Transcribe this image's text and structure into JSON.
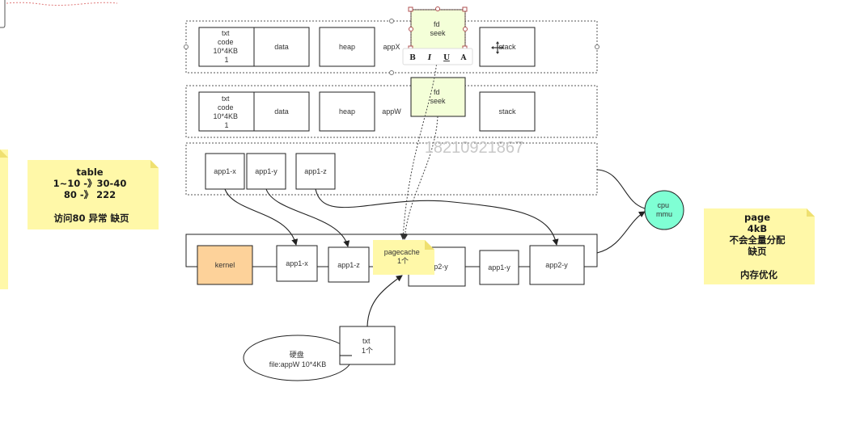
{
  "colors": {
    "kernel_fill": "#fdd29a",
    "fd_fill": "#f4ffd8",
    "note_fill": "#fff8a8",
    "cpu_fill": "#7fffd4",
    "watermark": "#c8c8c8",
    "line": "#222222"
  },
  "app_x": {
    "label": "appX",
    "txt_lines": [
      "txt",
      "code",
      "10*4KB",
      "1"
    ],
    "data": "data",
    "heap": "heap",
    "fd_lines": [
      "fd",
      "seek"
    ],
    "stack": "stack"
  },
  "app_w": {
    "label": "appW",
    "txt_lines": [
      "txt",
      "code",
      "10*4KB",
      "1"
    ],
    "data": "data",
    "heap": "heap",
    "fd_lines": [
      "fd",
      "seek"
    ],
    "stack": "stack"
  },
  "page_table": {
    "boxes": [
      "app1-x",
      "app1-y",
      "app1-z"
    ]
  },
  "memory": {
    "kernel": "kernel",
    "cells": [
      "app1-x",
      "app1-z",
      "app2-y",
      "app1-y",
      "app2-y"
    ],
    "pagecache_lines": [
      "pagecache",
      "1个"
    ]
  },
  "cpu": {
    "lines": [
      "cpu",
      "mmu"
    ]
  },
  "disk": {
    "lines": [
      "硬盘",
      "file:appW  10*4KB"
    ],
    "txt_lines": [
      "txt",
      "1个"
    ]
  },
  "notes": {
    "table": {
      "lines": [
        "table",
        "1~10  -》30-40",
        "80 -》 222",
        "",
        "访问80 异常  缺页"
      ]
    },
    "page": {
      "lines": [
        "page",
        "4kB",
        "不会全量分配",
        "缺页",
        "",
        "内存优化"
      ]
    }
  },
  "toolbar": {
    "bold": "B",
    "italic": "I",
    "underline": "U",
    "font_color": "A"
  },
  "watermark": "18210921867"
}
